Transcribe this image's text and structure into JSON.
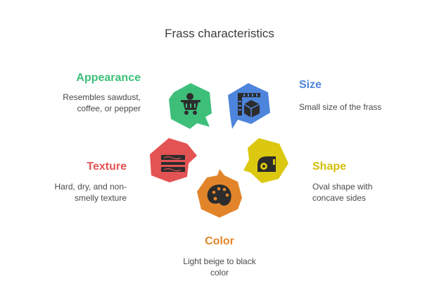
{
  "title": "Frass characteristics",
  "items": [
    {
      "key": "appearance",
      "heading": "Appearance",
      "desc1": "Resembles sawdust,",
      "desc2": "coffee, or pepper",
      "color": "#3dbf7a",
      "icon": "mine-cart-icon"
    },
    {
      "key": "size",
      "heading": "Size",
      "desc1": "Small size of the frass",
      "desc2": "",
      "color": "#4e85dc",
      "icon": "ruler-box-icon"
    },
    {
      "key": "texture",
      "heading": "Texture",
      "desc1": "Hard, dry, and non-",
      "desc2": "smelly texture",
      "color": "#e45353",
      "icon": "texture-layers-icon"
    },
    {
      "key": "shape",
      "heading": "Shape",
      "desc1": "Oval shape with",
      "desc2": "concave sides",
      "color": "#dcc80f",
      "icon": "tape-dispenser-icon"
    },
    {
      "key": "color",
      "heading": "Color",
      "desc1": "Light beige to black",
      "desc2": "color",
      "color": "#e2852a",
      "icon": "paint-palette-icon"
    }
  ]
}
